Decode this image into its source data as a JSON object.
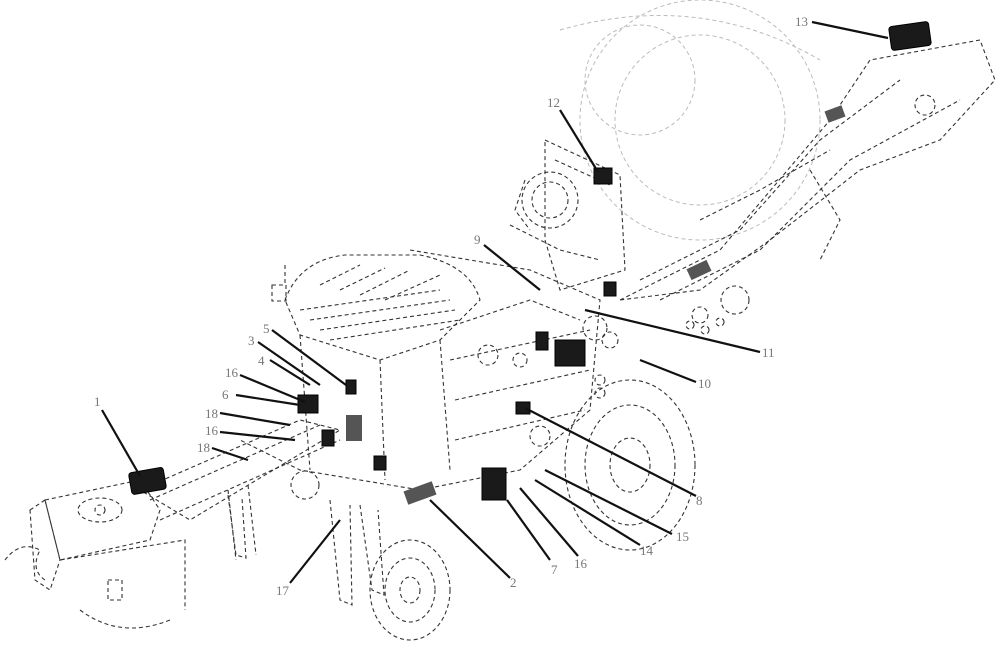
{
  "callouts": [
    {
      "id": "c1",
      "label": "1"
    },
    {
      "id": "c2",
      "label": "2"
    },
    {
      "id": "c3",
      "label": "3"
    },
    {
      "id": "c4",
      "label": "4"
    },
    {
      "id": "c5",
      "label": "5"
    },
    {
      "id": "c6",
      "label": "6"
    },
    {
      "id": "c7",
      "label": "7"
    },
    {
      "id": "c8",
      "label": "8"
    },
    {
      "id": "c9",
      "label": "9"
    },
    {
      "id": "c10",
      "label": "10"
    },
    {
      "id": "c11",
      "label": "11"
    },
    {
      "id": "c12",
      "label": "12"
    },
    {
      "id": "c13",
      "label": "13"
    },
    {
      "id": "c14",
      "label": "14"
    },
    {
      "id": "c15",
      "label": "15"
    },
    {
      "id": "c16a",
      "label": "16"
    },
    {
      "id": "c16b",
      "label": "16"
    },
    {
      "id": "c16c",
      "label": "16"
    },
    {
      "id": "c17",
      "label": "17"
    },
    {
      "id": "c18a",
      "label": "18"
    },
    {
      "id": "c18b",
      "label": "18"
    }
  ]
}
